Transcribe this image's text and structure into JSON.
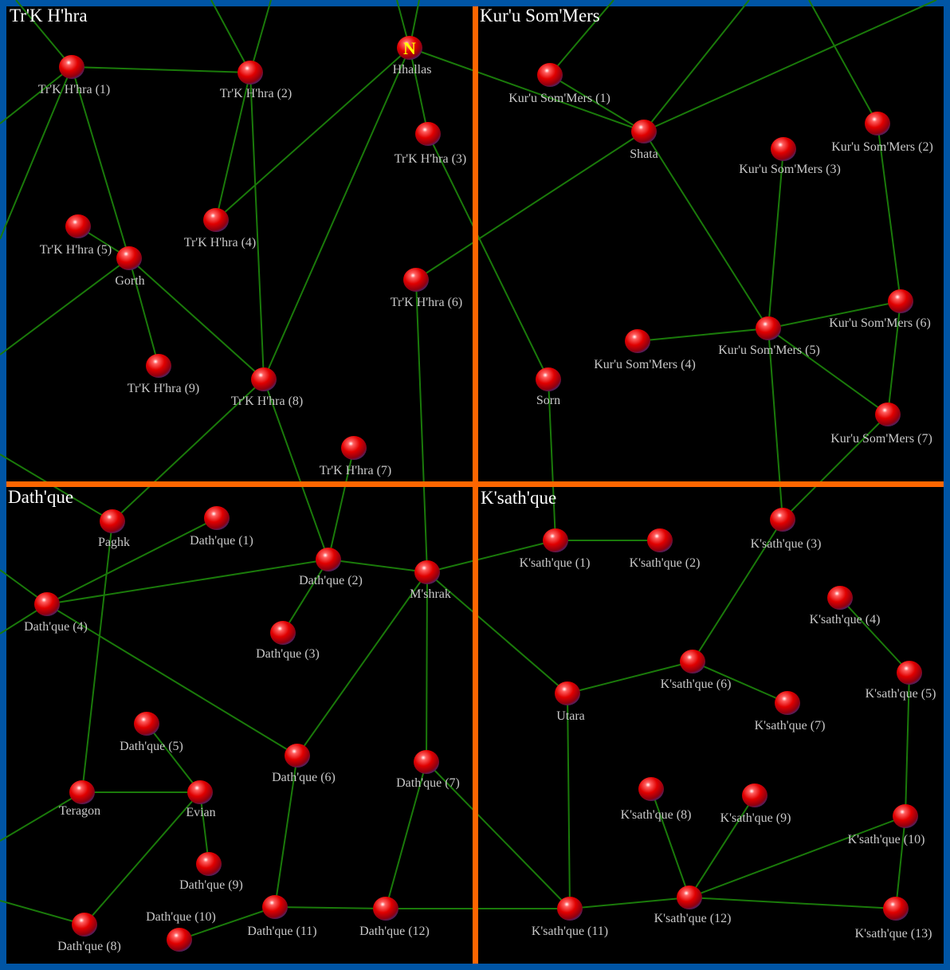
{
  "colors": {
    "frame": "#0055a5",
    "divider": "#ff6600",
    "space": "#000000",
    "route": "#1a7a0a",
    "label": "#c8c8c8",
    "star": "#e00000"
  },
  "sectors": [
    "Tr'K H'hra",
    "Kur'u Som'Mers",
    "Dath'que",
    "K'sath'que"
  ],
  "current_marker": {
    "system": "hhallas",
    "text": "N"
  },
  "systems": {
    "trk1": "Tr'K H'hra (1)",
    "trk2": "Tr'K H'hra (2)",
    "hhallas": "Hhallas",
    "trk3": "Tr'K H'hra (3)",
    "trk4": "Tr'K H'hra (4)",
    "trk5": "Tr'K H'hra (5)",
    "gorth": "Gorth",
    "trk6": "Tr'K H'hra (6)",
    "trk9": "Tr'K H'hra (9)",
    "trk8": "Tr'K H'hra (8)",
    "trk7": "Tr'K H'hra (7)",
    "ksm1": "Kur'u Som'Mers (1)",
    "shata": "Shata",
    "ksm2": "Kur'u Som'Mers (2)",
    "ksm3": "Kur'u Som'Mers (3)",
    "ksm6": "Kur'u Som'Mers (6)",
    "ksm5": "Kur'u Som'Mers (5)",
    "ksm4": "Kur'u Som'Mers (4)",
    "sorn": "Sorn",
    "ksm7": "Kur'u Som'Mers (7)",
    "paghk": "Paghk",
    "d1": "Dath'que (1)",
    "d2": "Dath'que (2)",
    "mshrak": "M'shrak",
    "d4": "Dath'que (4)",
    "d3": "Dath'que (3)",
    "d5": "Dath'que (5)",
    "d6": "Dath'que (6)",
    "d7": "Dath'que (7)",
    "teragon": "Teragon",
    "evian": "Evian",
    "d9": "Dath'que (9)",
    "d11": "Dath'que (11)",
    "d12": "Dath'que (12)",
    "d8": "Dath'que (8)",
    "d10": "Dath'que (10)",
    "ks3": "K'sath'que (3)",
    "ks1": "K'sath'que (1)",
    "ks2": "K'sath'que (2)",
    "ks4": "K'sath'que (4)",
    "ks6": "K'sath'que (6)",
    "ks5": "K'sath'que (5)",
    "utara": "Utara",
    "ks7": "K'sath'que (7)",
    "ks8": "K'sath'que (8)",
    "ks9": "K'sath'que (9)",
    "ks10": "K'sath'que (10)",
    "ks11": "K'sath'que (11)",
    "ks12": "K'sath'que (12)",
    "ks13": "K'sath'que (13)"
  },
  "routes": [
    [
      "trk1",
      "trk2"
    ],
    [
      "trk1",
      "gorth"
    ],
    [
      "trk2",
      "trk4"
    ],
    [
      "trk2",
      "trk8"
    ],
    [
      "hhallas",
      "trk3"
    ],
    [
      "hhallas",
      "trk4"
    ],
    [
      "hhallas",
      "trk8"
    ],
    [
      "hhallas",
      "shata"
    ],
    [
      "trk3",
      "sorn"
    ],
    [
      "trk5",
      "gorth"
    ],
    [
      "gorth",
      "trk9"
    ],
    [
      "gorth",
      "trk8"
    ],
    [
      "trk6",
      "shata"
    ],
    [
      "trk6",
      "mshrak"
    ],
    [
      "trk8",
      "paghk"
    ],
    [
      "trk8",
      "d2"
    ],
    [
      "trk7",
      "d2"
    ],
    [
      "ksm1",
      "shata"
    ],
    [
      "shata",
      "ksm5"
    ],
    [
      "ksm2",
      "ksm6"
    ],
    [
      "ksm3",
      "ksm5"
    ],
    [
      "ksm4",
      "ksm5"
    ],
    [
      "ksm5",
      "ksm6"
    ],
    [
      "ksm5",
      "ksm7"
    ],
    [
      "ksm6",
      "ksm7"
    ],
    [
      "ksm5",
      "ks3"
    ],
    [
      "ksm7",
      "ks3"
    ],
    [
      "sorn",
      "ks1"
    ],
    [
      "paghk",
      "teragon"
    ],
    [
      "d1",
      "d4"
    ],
    [
      "d4",
      "d2"
    ],
    [
      "d2",
      "mshrak"
    ],
    [
      "d2",
      "d3"
    ],
    [
      "d4",
      "d6"
    ],
    [
      "mshrak",
      "ks1"
    ],
    [
      "mshrak",
      "utara"
    ],
    [
      "mshrak",
      "d6"
    ],
    [
      "mshrak",
      "d7"
    ],
    [
      "d5",
      "evian"
    ],
    [
      "teragon",
      "evian"
    ],
    [
      "evian",
      "d9"
    ],
    [
      "evian",
      "d8"
    ],
    [
      "d6",
      "d11"
    ],
    [
      "d7",
      "d12"
    ],
    [
      "d7",
      "ks11"
    ],
    [
      "d10",
      "d11"
    ],
    [
      "d11",
      "d12"
    ],
    [
      "d12",
      "ks11"
    ],
    [
      "ks1",
      "ks2"
    ],
    [
      "ks3",
      "ks6"
    ],
    [
      "ks6",
      "utara"
    ],
    [
      "ks6",
      "ks7"
    ],
    [
      "ks4",
      "ks5"
    ],
    [
      "ks5",
      "ks10"
    ],
    [
      "utara",
      "ks11"
    ],
    [
      "ks8",
      "ks12"
    ],
    [
      "ks9",
      "ks12"
    ],
    [
      "ks11",
      "ks12"
    ],
    [
      "ks12",
      "ks10"
    ],
    [
      "ks12",
      "ks13"
    ],
    [
      "ks10",
      "ks13"
    ]
  ]
}
